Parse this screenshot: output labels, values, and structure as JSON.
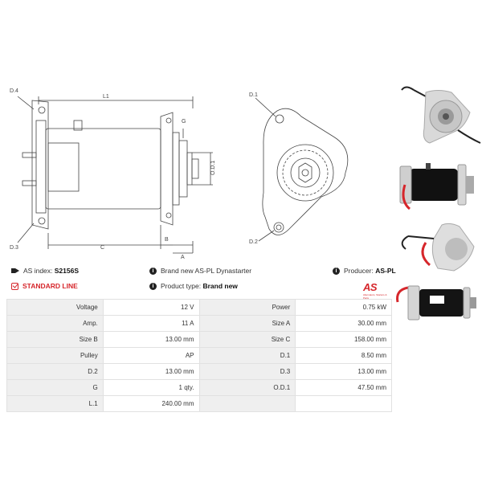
{
  "drawing": {
    "labels": {
      "d4": "D.4",
      "l1": "L1",
      "g": "G",
      "od1": "O.D.1",
      "d3": "D.3",
      "c": "C",
      "b": "B",
      "a": "A",
      "d1": "D.1",
      "d2": "D.2"
    }
  },
  "photos": [
    {
      "icon": "starter-front-photo-icon"
    },
    {
      "icon": "starter-side-photo-icon"
    },
    {
      "icon": "starter-rear-photo-icon"
    },
    {
      "icon": "starter-body-photo-icon"
    }
  ],
  "info": {
    "as_index_label": "AS index:",
    "as_index_value": "S2156S",
    "brand_text": "Brand new AS-PL Dynastarter",
    "producer_label": "Producer:",
    "producer_value": "AS-PL",
    "standard_line": "STANDARD LINE",
    "product_type_label": "Product type:",
    "product_type_value": "Brand new"
  },
  "logo": {
    "text": "AS",
    "subtext": "Alternators, Starters & Parts"
  },
  "specs": [
    [
      "Voltage",
      "12 V",
      "Power",
      "0.75 kW"
    ],
    [
      "Amp.",
      "11 A",
      "Size A",
      "30.00 mm"
    ],
    [
      "Size B",
      "13.00 mm",
      "Size C",
      "158.00 mm"
    ],
    [
      "Pulley",
      "AP",
      "D.1",
      "8.50 mm"
    ],
    [
      "D.2",
      "13.00 mm",
      "D.3",
      "13.00 mm"
    ],
    [
      "G",
      "1 qty.",
      "O.D.1",
      "47.50 mm"
    ],
    [
      "L.1",
      "240.00 mm",
      "",
      ""
    ]
  ],
  "colors": {
    "accent": "#d6262b",
    "key_bg": "#efefef",
    "border": "#e1e1e1"
  }
}
